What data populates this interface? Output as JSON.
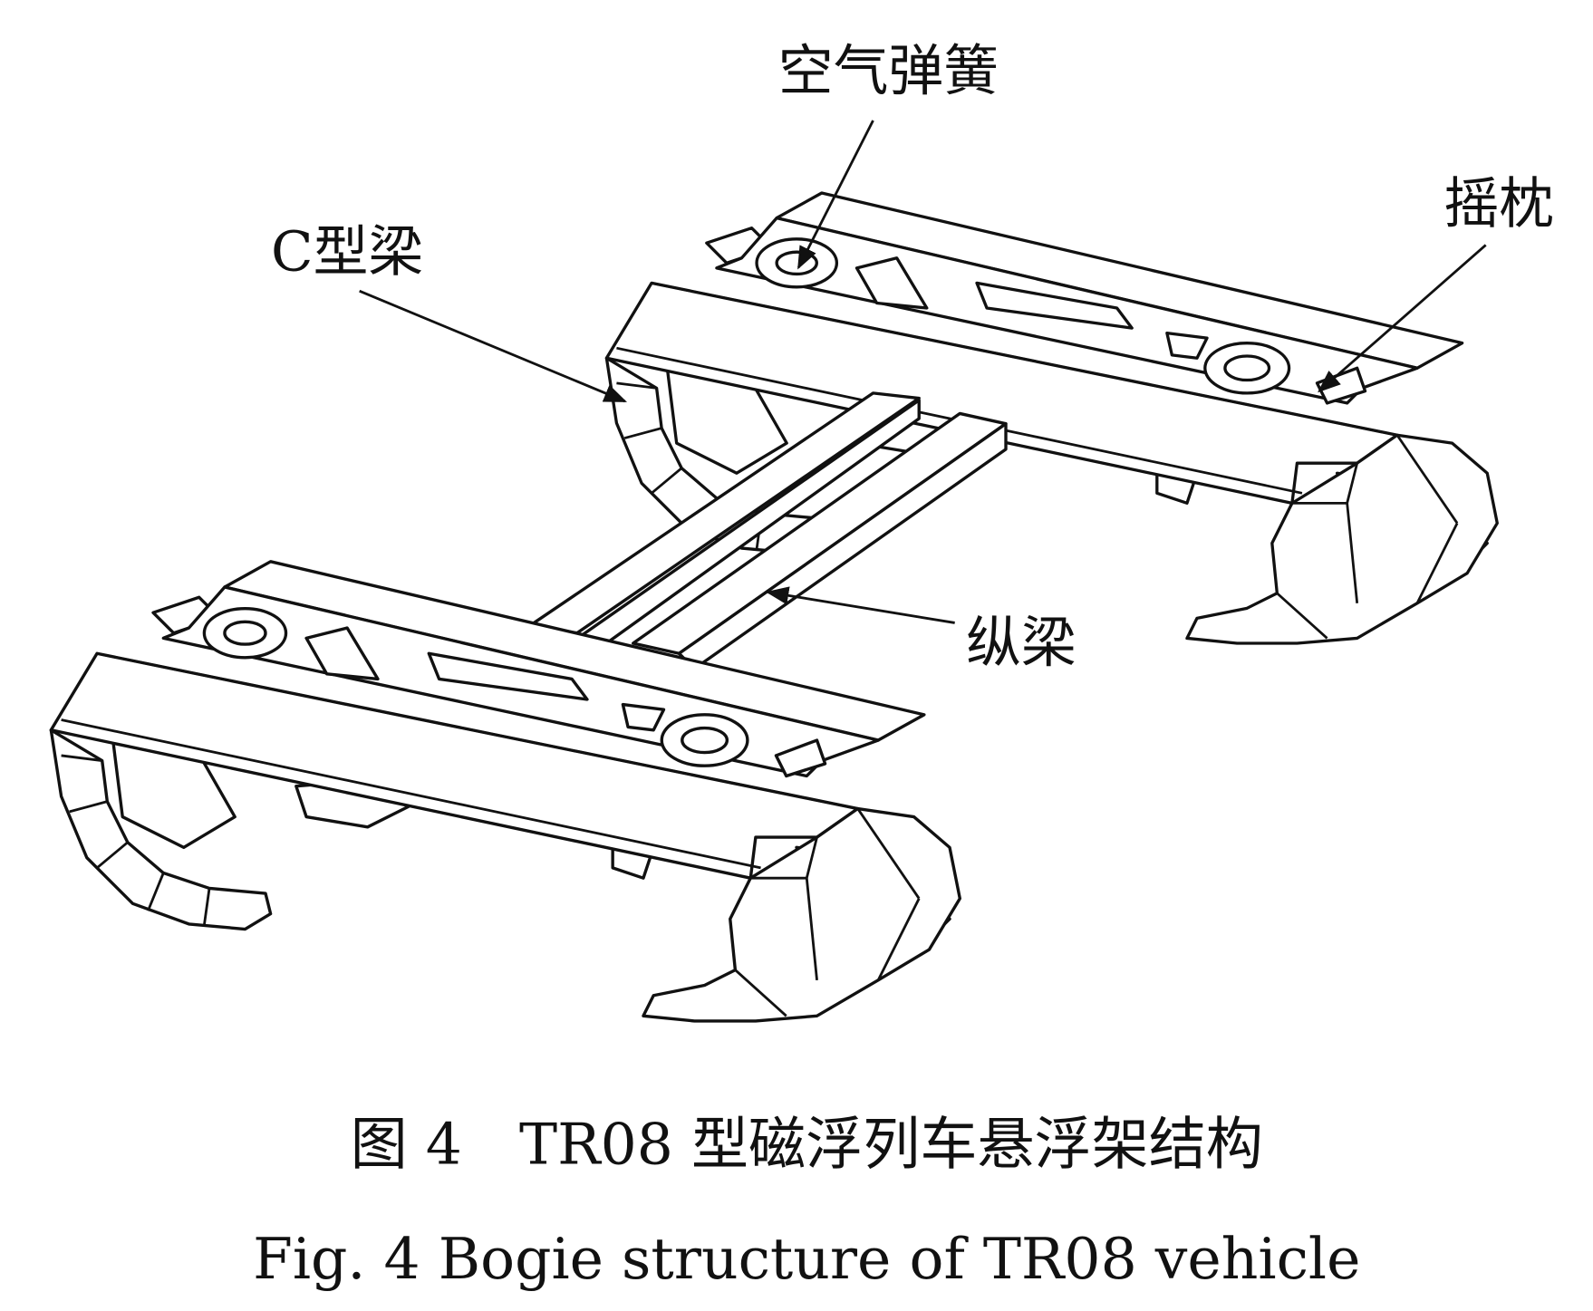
{
  "labels": {
    "air_spring": "空气弹簧",
    "bolster": "摇枕",
    "c_beam": "C型梁",
    "longitudinal_beam": "纵梁"
  },
  "caption": {
    "zh": "图 4　TR08 型磁浮列车悬浮架结构",
    "en": "Fig. 4  Bogie structure of TR08 vehicle"
  }
}
